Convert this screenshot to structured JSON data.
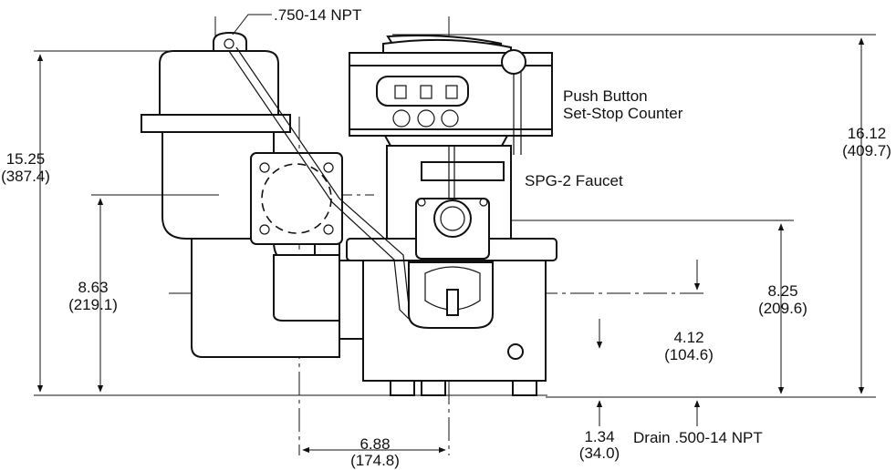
{
  "labels": {
    "port": ".750-14 NPT",
    "counter_line1": "Push Button",
    "counter_line2": "Set-Stop Counter",
    "faucet": "SPG-2 Faucet",
    "drain": "Drain .500-14 NPT"
  },
  "dimensions": {
    "overall_left": {
      "in": "15.25",
      "mm": "(387.4)"
    },
    "overall_right": {
      "in": "16.12",
      "mm": "(409.7)"
    },
    "inlet_height": {
      "in": "8.63",
      "mm": "(219.1)"
    },
    "faucet_height": {
      "in": "8.25",
      "mm": "(209.6)"
    },
    "mid_height": {
      "in": "4.12",
      "mm": "(104.6)"
    },
    "drain_offset": {
      "in": "1.34",
      "mm": "(34.0)"
    },
    "width": {
      "in": "6.88",
      "mm": "(174.8)"
    }
  }
}
